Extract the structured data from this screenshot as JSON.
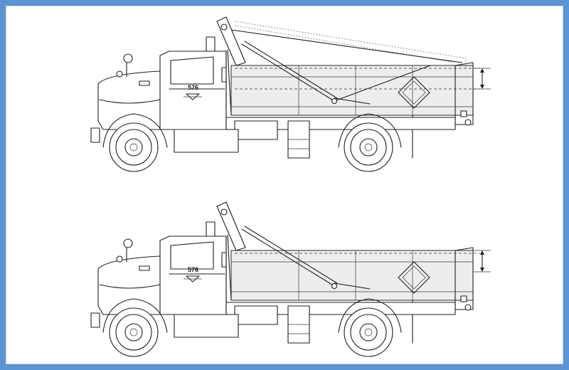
{
  "colors": {
    "frame": "#5b93d3",
    "dump_body": "#ededed",
    "line": "#1f1f1f"
  },
  "trucks": [
    {
      "cab_number": "576",
      "state": "raised"
    },
    {
      "cab_number": "576",
      "state": "lowered"
    }
  ]
}
